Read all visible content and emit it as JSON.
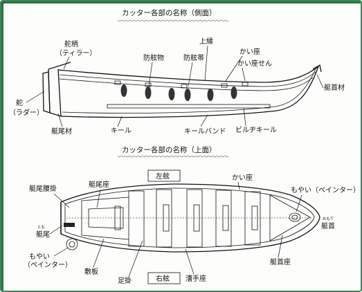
{
  "side_view": {
    "title": "カッター各部の名称（側面）",
    "labels": {
      "tiller": "舵柄",
      "tiller_kana": "（ティラー）",
      "fender": "防舷物",
      "fender_strake": "防舷帯",
      "gunwale": "上縁",
      "thole": "かい座",
      "thole_pin": "かい座せん",
      "stem": "艇首材",
      "rudder": "舵",
      "rudder_kana": "（ラダー）",
      "sternpost": "艇尾材",
      "keel": "キール",
      "keel_band": "キールバンド",
      "bilge_keel": "ビルヂキール"
    }
  },
  "top_view": {
    "title": "カッター各部の名称（上面）",
    "labels": {
      "port_box": "左舷",
      "starboard_box": "右舷",
      "stern_knee": "艇尾腰掛",
      "stern_seat": "艇尾座",
      "thole": "かい座",
      "painter_bow": "もやい（ペインター）",
      "bow_ruby": "おもて",
      "bow": "艇首",
      "stern_ruby": "とも",
      "stern": "艇尾",
      "painter_stern": "もやい",
      "painter_stern_kana": "（ペインター）",
      "floorboard": "敷板",
      "stretcher": "足掛",
      "thwart": "漕手座",
      "bow_seat": "艇首座"
    }
  },
  "colors": {
    "frame": "#3a8a58",
    "ink": "#111111"
  }
}
